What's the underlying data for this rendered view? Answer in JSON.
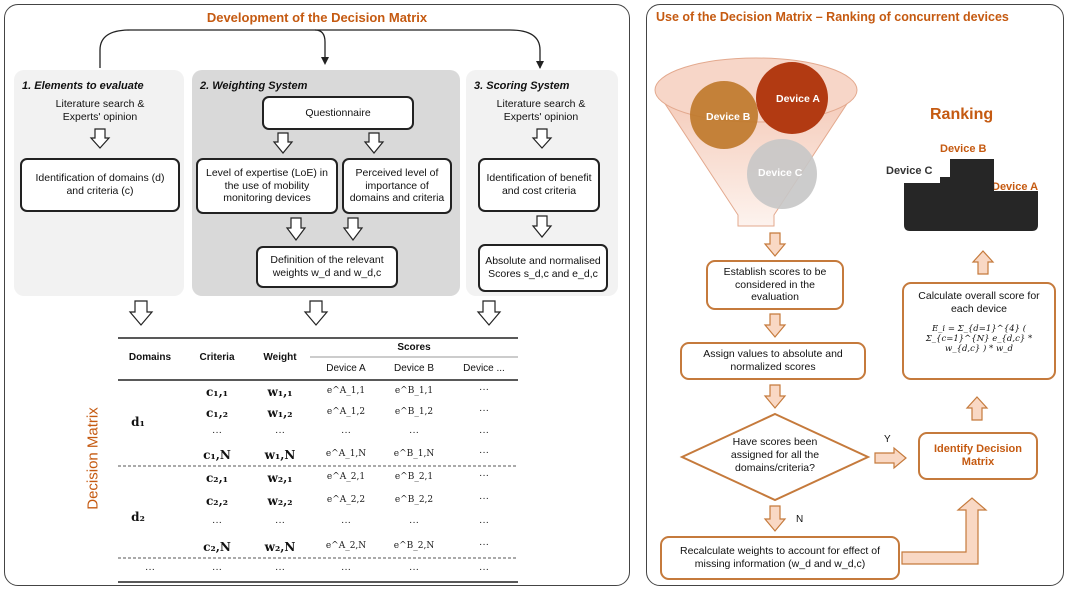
{
  "left_panel": {
    "title": "Development of the Decision Matrix",
    "sections": {
      "elements": {
        "heading": "1. Elements to evaluate",
        "source": "Literature search & Experts' opinion",
        "box": "Identification of domains (d) and criteria (c)"
      },
      "weighting": {
        "heading": "2. Weighting System",
        "questionnaire": "Questionnaire",
        "loe": "Level of expertise (LoE) in the use of mobility monitoring devices",
        "perceived": "Perceived level of importance of domains and criteria",
        "definition": "Definition of the relevant weights w_d and w_d,c"
      },
      "scoring": {
        "heading": "3. Scoring System",
        "source": "Literature search & Experts' opinion",
        "box1": "Identification of benefit and cost criteria",
        "box2": "Absolute and normalised Scores s_d,c and e_d,c"
      }
    },
    "matrix_label": "Decision Matrix",
    "table": {
      "headers": [
        "Domains",
        "Criteria",
        "Weight"
      ],
      "scores_header": "Scores",
      "score_columns": [
        "Device A",
        "Device B",
        "Device ..."
      ],
      "groups": [
        {
          "domain": "d₁",
          "rows": [
            {
              "criteria": "c₁,₁",
              "weight": "w₁,₁",
              "a": "e^A_1,1",
              "b": "e^B_1,1",
              "c": "···"
            },
            {
              "criteria": "c₁,₂",
              "weight": "w₁,₂",
              "a": "e^A_1,2",
              "b": "e^B_1,2",
              "c": "···"
            },
            {
              "criteria": "···",
              "weight": "···",
              "a": "···",
              "b": "···",
              "c": "···"
            },
            {
              "criteria": "c₁,N",
              "weight": "w₁,N",
              "a": "e^A_1,N",
              "b": "e^B_1,N",
              "c": "···"
            }
          ]
        },
        {
          "domain": "d₂",
          "rows": [
            {
              "criteria": "c₂,₁",
              "weight": "w₂,₁",
              "a": "e^A_2,1",
              "b": "e^B_2,1",
              "c": "···"
            },
            {
              "criteria": "c₂,₂",
              "weight": "w₂,₂",
              "a": "e^A_2,2",
              "b": "e^B_2,2",
              "c": "···"
            },
            {
              "criteria": "···",
              "weight": "···",
              "a": "···",
              "b": "···",
              "c": "···"
            },
            {
              "criteria": "c₂,N",
              "weight": "w₂,N",
              "a": "e^A_2,N",
              "b": "e^B_2,N",
              "c": "···"
            }
          ]
        }
      ],
      "last_row": [
        "···",
        "···",
        "···",
        "···",
        "···",
        "···"
      ]
    }
  },
  "right_panel": {
    "title": "Use of the Decision Matrix – Ranking of concurrent devices",
    "devices": {
      "a": "Device A",
      "b": "Device B",
      "c": "Device C"
    },
    "ranking": {
      "title": "Ranking",
      "first": "Device B",
      "second": "Device C",
      "third": "Device A"
    },
    "steps": {
      "establish": "Establish scores to be considered in the evaluation",
      "assign": "Assign values to absolute and normalized scores",
      "decision_q": "Have scores been assigned for all the domains/criteria?",
      "recalc": "Recalculate weights to account for effect of missing information (w_d and w_d,c)",
      "identify": "Identify Decision Matrix",
      "calculate": "Calculate overall score for each device",
      "formula": "E_i = Σ_{d=1}^{4} ( Σ_{c=1}^{N} e_{d,c} * w_{d,c} ) * w_d"
    },
    "yes_label": "Y",
    "no_label": "N",
    "colors": {
      "accent": "#c55a11",
      "box_border": "#c57a3c",
      "device_a": "#b83a13",
      "device_b": "#c07a2c",
      "device_c": "#c9c9c9",
      "podium": "#262626"
    }
  }
}
